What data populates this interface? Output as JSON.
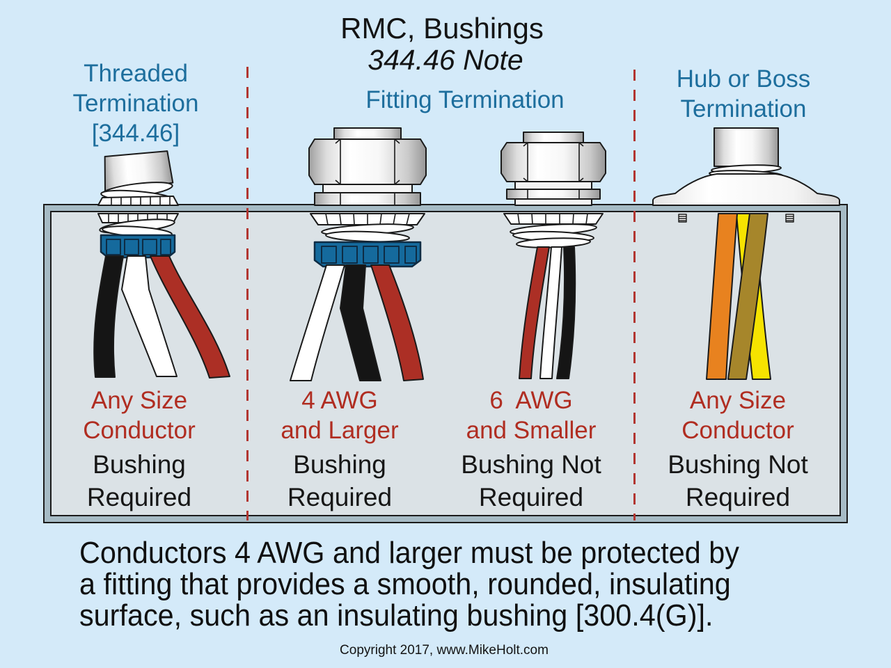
{
  "colors": {
    "bg": "#d4eaf9",
    "box-fill": "#dbe2e6",
    "box-band": "#a6bbc5",
    "heading-blue": "#1d6e9d",
    "label-red": "#b02d21",
    "dash-red": "#b23631",
    "bushing-blue": "#156a9d",
    "wire-red": "#ac2f25",
    "wire-orange": "#e8821f",
    "wire-olive": "#a6862b",
    "wire-yellow": "#f6e300"
  },
  "title": {
    "main": "RMC, Bushings",
    "note": "344.46 Note"
  },
  "columns": [
    {
      "heading": "Threaded\nTermination\n[344.46]",
      "conductor": "Any Size\nConductor",
      "bushing": "Bushing\nRequired"
    },
    {
      "heading": "Fitting Termination",
      "conductor": "4 AWG\nand Larger",
      "bushing": "Bushing\nRequired"
    },
    {
      "conductor": "6  AWG\nand Smaller",
      "bushing": "Bushing Not\nRequired"
    },
    {
      "heading": "Hub or Boss\nTermination",
      "conductor": "Any Size\nConductor",
      "bushing": "Bushing Not\nRequired"
    }
  ],
  "footer": {
    "note": "Conductors 4 AWG and larger must be protected by\na fitting that provides a smooth, rounded, insulating\nsurface, such as an insulating bushing [300.4(G)].",
    "copyright": "Copyright 2017, www.MikeHolt.com"
  }
}
